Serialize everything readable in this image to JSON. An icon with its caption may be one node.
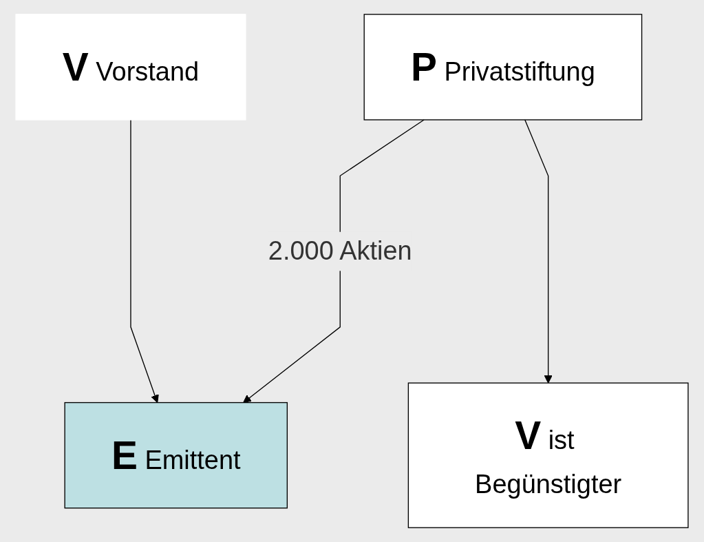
{
  "diagram": {
    "nodes": [
      {
        "text": [
          "V",
          "Vorstand"
        ]
      },
      {
        "text": [
          "P",
          "Privatstiftung"
        ]
      },
      {
        "text": [
          "V",
          "ist Begünstigter"
        ]
      },
      {
        "text": [
          "E",
          "Emittent"
        ]
      }
    ],
    "edges": [
      {
        "from": 0,
        "to": 3,
        "arrow": "to"
      },
      {
        "from": 1,
        "to": 3,
        "arrow": "to",
        "label": "2.000 Aktien"
      },
      {
        "from": 1,
        "to": 2,
        "arrow": "to"
      }
    ]
  }
}
